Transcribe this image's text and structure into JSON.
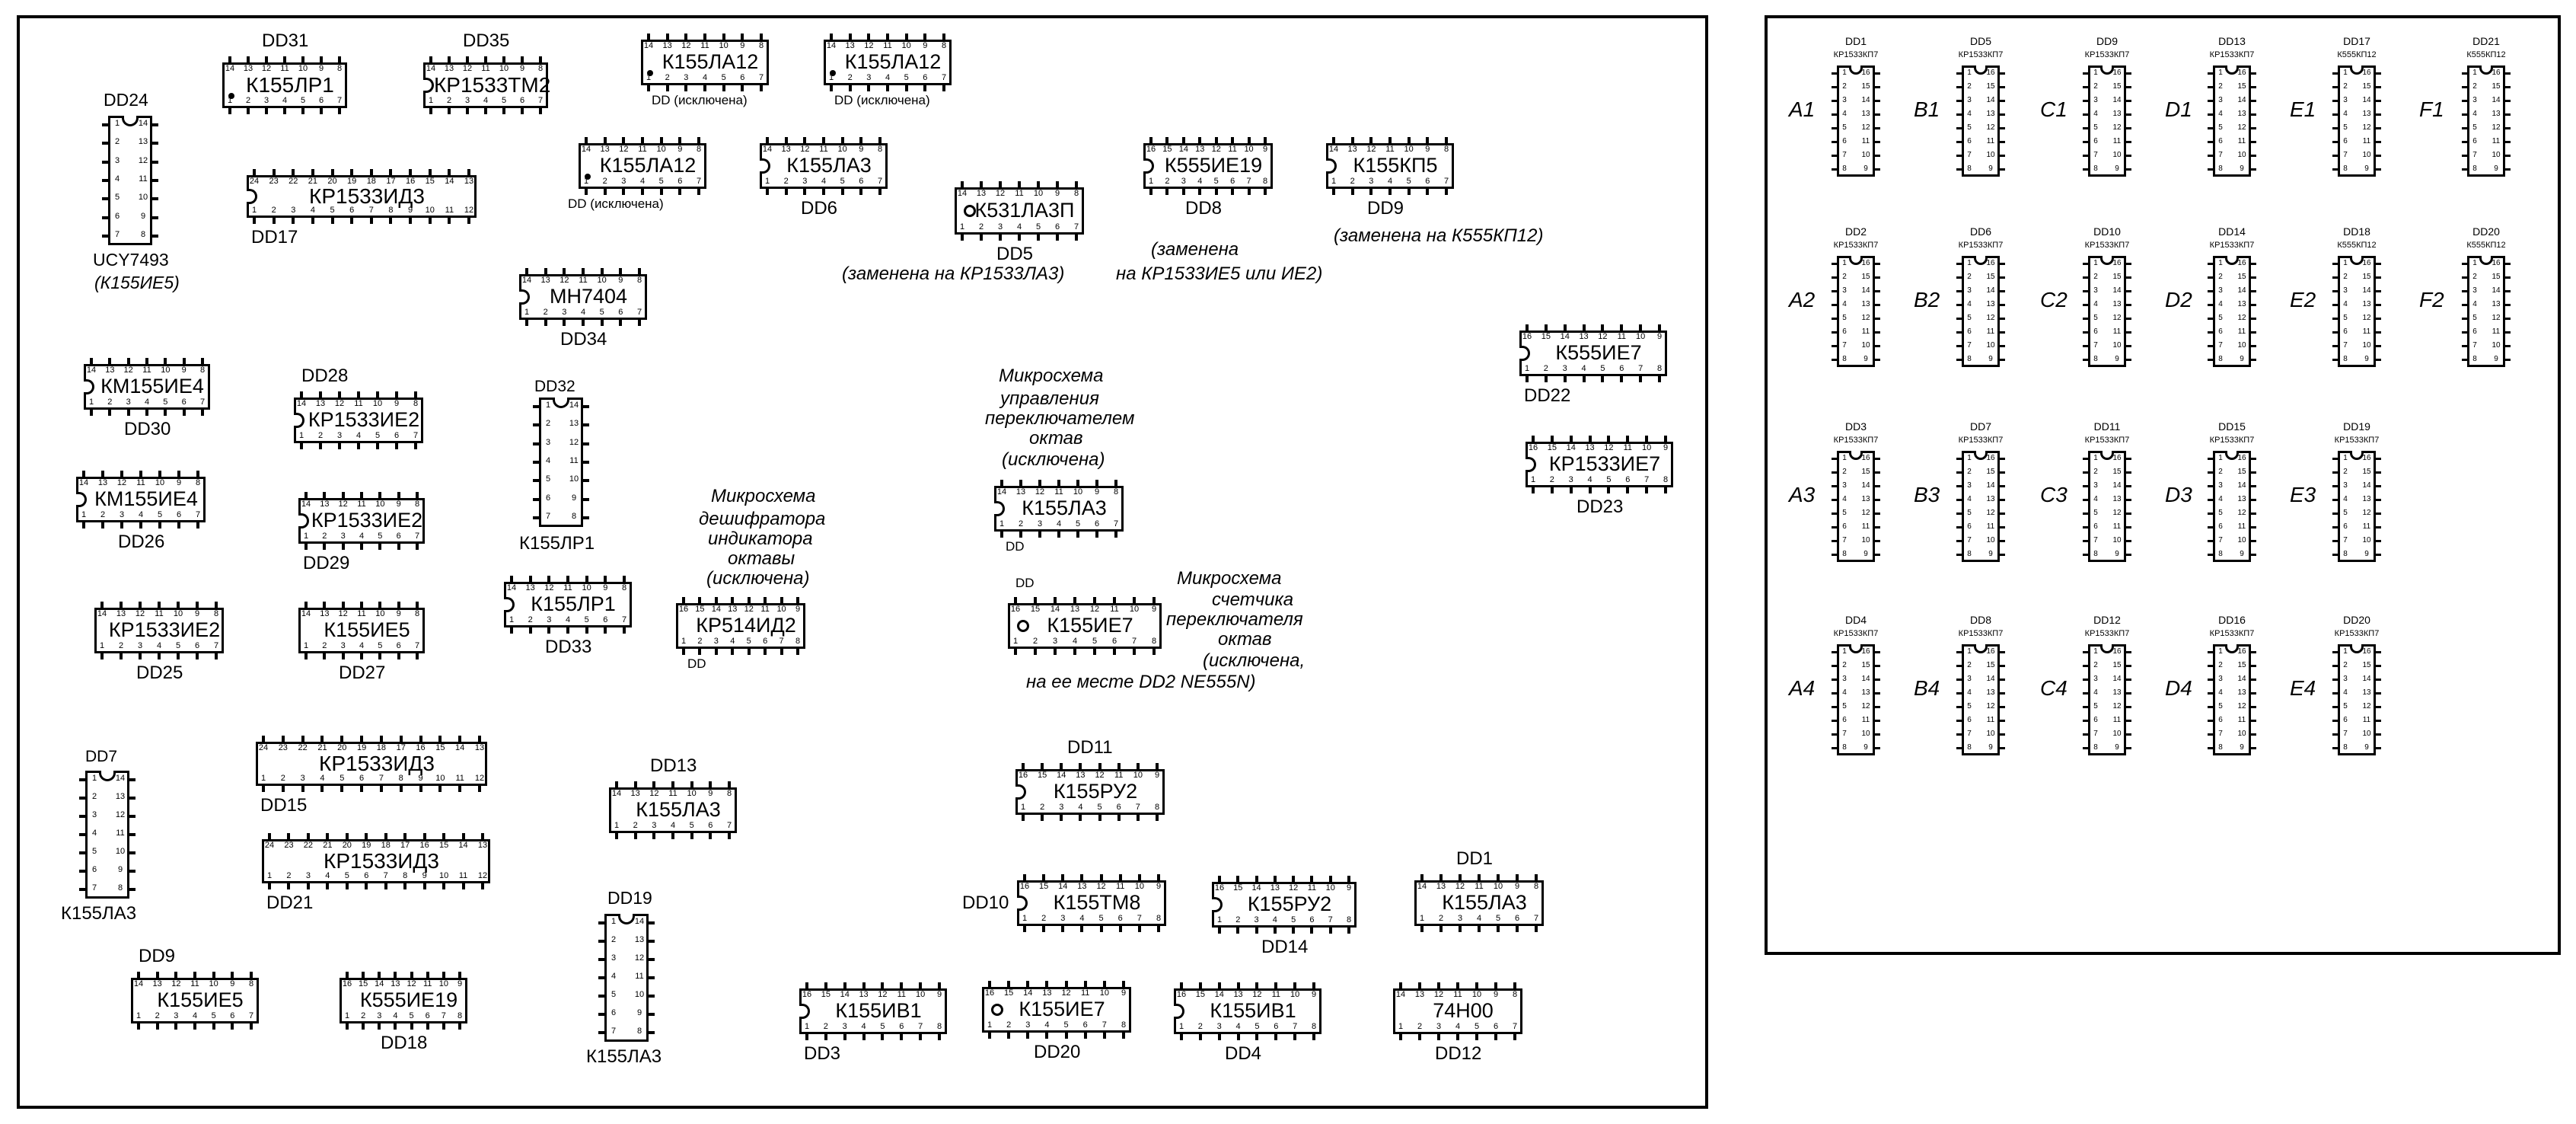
{
  "pcb": {
    "horizontal_chips": [
      {
        "type": "К155ЛР1",
        "label": "DD31",
        "label_pos": "above",
        "pins": 14,
        "notch": "dot"
      },
      {
        "type": "КР1533ТМ2",
        "label": "DD35",
        "label_pos": "above",
        "pins": 14,
        "notch": "half"
      },
      {
        "type": "К155ЛА12",
        "label": "DD (исключена)",
        "label_pos": "below-small",
        "pins": 14,
        "notch": "dot"
      },
      {
        "type": "К155ЛА12",
        "label": "DD (исключена)",
        "label_pos": "below-small",
        "pins": 14,
        "notch": "dot"
      },
      {
        "type": "КР1533ИД3",
        "label": "DD17",
        "label_pos": "below-left",
        "pins": 24,
        "notch": "half"
      },
      {
        "type": "К155ЛА12",
        "label": "DD (исключена)",
        "label_pos": "below-left-small",
        "pins": 14,
        "notch": "dot"
      },
      {
        "type": "К155ЛА3",
        "label": "DD6",
        "label_pos": "below",
        "pins": 14,
        "notch": "half"
      },
      {
        "type": "К531ЛА3П",
        "label": "DD5",
        "label_pos": "below",
        "pins": 14,
        "notch": "ring"
      },
      {
        "type": "К555ИЕ19",
        "label": "DD8",
        "label_pos": "below",
        "pins": 16,
        "notch": "half"
      },
      {
        "type": "К155КП5",
        "label": "DD9",
        "label_pos": "below",
        "pins": 14,
        "notch": "half"
      },
      {
        "type": "МН7404",
        "label": "DD34",
        "label_pos": "below",
        "pins": 14,
        "notch": "half"
      },
      {
        "type": "КМ155ИЕ4",
        "label": "DD30",
        "label_pos": "below",
        "pins": 14,
        "notch": "half"
      },
      {
        "type": "КР1533ИЕ2",
        "label": "DD28",
        "label_pos": "above-left",
        "pins": 14,
        "notch": "half"
      },
      {
        "type": "КМ155ИЕ4",
        "label": "DD26",
        "label_pos": "below",
        "pins": 14,
        "notch": "half"
      },
      {
        "type": "КР1533ИЕ2",
        "label": "DD29",
        "label_pos": "below-left",
        "pins": 14,
        "notch": "half"
      },
      {
        "type": "КР1533ИЕ2",
        "label": "DD25",
        "label_pos": "below",
        "pins": 14,
        "notch": "none"
      },
      {
        "type": "К155ИЕ5",
        "label": "DD27",
        "label_pos": "below",
        "pins": 14,
        "notch": "none"
      },
      {
        "type": "К155ЛР1",
        "label": "DD33",
        "label_pos": "below",
        "pins": 14,
        "notch": "half"
      },
      {
        "type": "КР514ИД2",
        "label": "DD",
        "label_pos": "below-small",
        "pins": 16,
        "notch": "none"
      },
      {
        "type": "К155ЛА3",
        "label": "DD",
        "label_pos": "below-small",
        "pins": 14,
        "notch": "half"
      },
      {
        "type": "К155ИЕ7",
        "label": "DD",
        "label_pos": "above-left-small",
        "pins": 16,
        "notch": "ring"
      },
      {
        "type": "К555ИЕ7",
        "label": "DD22",
        "label_pos": "below-left",
        "pins": 16,
        "notch": "half"
      },
      {
        "type": "КР1533ИЕ7",
        "label": "DD23",
        "label_pos": "below",
        "pins": 16,
        "notch": "half"
      },
      {
        "type": "КР1533ИД3",
        "label": "DD15",
        "label_pos": "below-left",
        "pins": 24,
        "notch": "none"
      },
      {
        "type": "К155ЛА3",
        "label": "DD13",
        "label_pos": "above",
        "pins": 14,
        "notch": "none"
      },
      {
        "type": "КР1533ИД3",
        "label": "DD21",
        "label_pos": "below-left",
        "pins": 24,
        "notch": "none"
      },
      {
        "type": "К155РУ2",
        "label": "DD11",
        "label_pos": "above",
        "pins": 16,
        "notch": "half"
      },
      {
        "type": "К155ТМ8",
        "label": "DD10",
        "label_pos": "left",
        "pins": 16,
        "notch": "half"
      },
      {
        "type": "К155РУ2",
        "label": "DD14",
        "label_pos": "below",
        "pins": 16,
        "notch": "half"
      },
      {
        "type": "К155ЛА3",
        "label": "DD1",
        "label_pos": "above",
        "pins": 14,
        "notch": "none"
      },
      {
        "type": "К155ИЕ5",
        "label": "DD9",
        "label_pos": "above-left",
        "pins": 14,
        "notch": "none"
      },
      {
        "type": "К555ИЕ19",
        "label": "DD18",
        "label_pos": "below",
        "pins": 16,
        "notch": "none"
      },
      {
        "type": "К155ИВ1",
        "label": "DD3",
        "label_pos": "below-left",
        "pins": 16,
        "notch": "half"
      },
      {
        "type": "К155ИЕ7",
        "label": "DD20",
        "label_pos": "below",
        "pins": 16,
        "notch": "ring"
      },
      {
        "type": "К155ИВ1",
        "label": "DD4",
        "label_pos": "below",
        "pins": 16,
        "notch": "half"
      },
      {
        "type": "74Н00",
        "label": "DD12",
        "label_pos": "below",
        "pins": 14,
        "notch": "none"
      }
    ],
    "vertical_chips": [
      {
        "type": "UCY7493",
        "label_top": "DD24",
        "label_bottom": "UCY7493",
        "pins": 14
      },
      {
        "type": "К155ЛР1",
        "label_top": "DD32",
        "label_bottom": "К155ЛР1",
        "pins": 14
      },
      {
        "type": "К155ЛА3",
        "label_top": "DD7",
        "label_bottom": "К155ЛА3",
        "pins": 14
      },
      {
        "type": "К155ЛА3",
        "label_top": "DD19",
        "label_bottom": "К155ЛА3",
        "pins": 14
      }
    ],
    "notes": {
      "dd24_alt": "(К155ИЕ5)",
      "dd5_note": "(заменена на КР1533ЛА3)",
      "dd8_note": [
        "(заменена",
        "на КР1533ИЕ5 или ИЕ2)"
      ],
      "dd9_note": "(заменена на К555КП12)",
      "octave_ctrl": [
        "Микросхема",
        "управления",
        "переключателем",
        "октав",
        "(исключена)"
      ],
      "octave_decoder": [
        "Микросхема",
        "дешифратора",
        "индикатора",
        "октавы",
        "(исключена)"
      ],
      "octave_counter": [
        "Микросхема",
        "счетчика",
        "переключателя",
        "октав",
        "(исключена,",
        "на ее месте DD2 NE555N)"
      ]
    }
  },
  "panel": {
    "rows": [
      [
        {
          "dd": "DD1",
          "type": "КР1533КП7",
          "side": "A1"
        },
        {
          "dd": "DD5",
          "type": "КР1533КП7",
          "side": "B1"
        },
        {
          "dd": "DD9",
          "type": "КР1533КП7",
          "side": "C1"
        },
        {
          "dd": "DD13",
          "type": "КР1533КП7",
          "side": "D1"
        },
        {
          "dd": "DD17",
          "type": "К555КП12",
          "side": "E1"
        },
        {
          "dd": "DD21",
          "type": "К555КП12",
          "side": "F1"
        }
      ],
      [
        {
          "dd": "DD2",
          "type": "КР1533КП7",
          "side": "A2"
        },
        {
          "dd": "DD6",
          "type": "КР1533КП7",
          "side": "B2"
        },
        {
          "dd": "DD10",
          "type": "КР1533КП7",
          "side": "C2"
        },
        {
          "dd": "DD14",
          "type": "КР1533КП7",
          "side": "D2"
        },
        {
          "dd": "DD18",
          "type": "К555КП12",
          "side": "E2"
        },
        {
          "dd": "DD20",
          "type": "К555КП12",
          "side": "F2"
        }
      ],
      [
        {
          "dd": "DD3",
          "type": "КР1533КП7",
          "side": "A3"
        },
        {
          "dd": "DD7",
          "type": "КР1533КП7",
          "side": "B3"
        },
        {
          "dd": "DD11",
          "type": "КР1533КП7",
          "side": "C3"
        },
        {
          "dd": "DD15",
          "type": "КР1533КП7",
          "side": "D3"
        },
        {
          "dd": "DD19",
          "type": "КР1533КП7",
          "side": "E3"
        }
      ],
      [
        {
          "dd": "DD4",
          "type": "КР1533КП7",
          "side": "A4"
        },
        {
          "dd": "DD8",
          "type": "КР1533КП7",
          "side": "B4"
        },
        {
          "dd": "DD12",
          "type": "КР1533КП7",
          "side": "C4"
        },
        {
          "dd": "DD16",
          "type": "КР1533КП7",
          "side": "D4"
        },
        {
          "dd": "DD20",
          "type": "КР1533КП7",
          "side": "E4"
        }
      ]
    ]
  }
}
